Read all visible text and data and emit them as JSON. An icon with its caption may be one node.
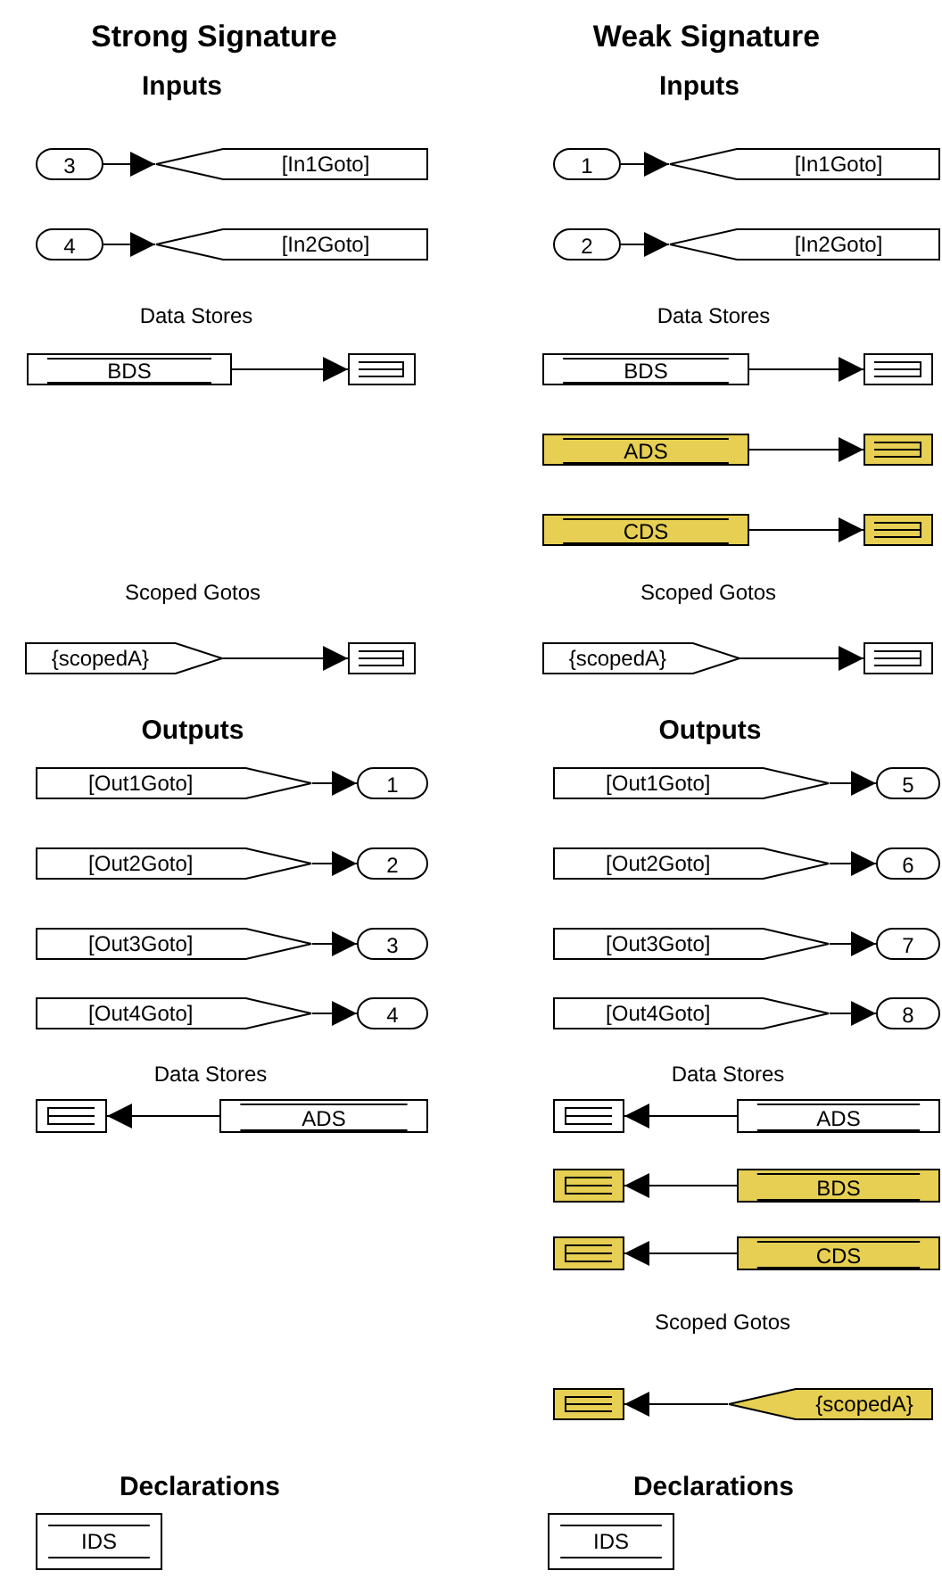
{
  "diagram": {
    "nodes": [
      {
        "text": [
          "3"
        ]
      },
      {
        "text": [
          "[In1Goto]"
        ]
      },
      {
        "text": [
          "4"
        ]
      },
      {
        "text": [
          "[In2Goto]"
        ]
      },
      {
        "text": [
          "BDS"
        ]
      },
      {
        "text": [],
        "shape": "box"
      },
      {
        "text": [
          "{scopedA}"
        ]
      },
      {
        "text": [],
        "shape": "box"
      },
      {
        "text": [
          "[Out1Goto]"
        ]
      },
      {
        "text": [
          "1"
        ]
      },
      {
        "text": [
          "[Out2Goto]"
        ]
      },
      {
        "text": [
          "2"
        ]
      },
      {
        "text": [
          "[Out3Goto]"
        ]
      },
      {
        "text": [
          "3"
        ]
      },
      {
        "text": [
          "[Out4Goto]"
        ]
      },
      {
        "text": [
          "4"
        ]
      },
      {
        "text": [],
        "shape": "box"
      },
      {
        "text": [
          "ADS"
        ]
      },
      {
        "text": [
          "IDS"
        ]
      },
      {
        "text": [
          "1"
        ]
      },
      {
        "text": [
          "[In1Goto]"
        ]
      },
      {
        "text": [
          "2"
        ]
      },
      {
        "text": [
          "[In2Goto]"
        ]
      },
      {
        "text": [
          "BDS"
        ]
      },
      {
        "text": [],
        "shape": "box"
      },
      {
        "text": [
          "ADS"
        ]
      },
      {
        "text": [],
        "shape": "box"
      },
      {
        "text": [
          "CDS"
        ]
      },
      {
        "text": [],
        "shape": "box"
      },
      {
        "text": [
          "{scopedA}"
        ]
      },
      {
        "text": [],
        "shape": "box"
      },
      {
        "text": [
          "[Out1Goto]"
        ]
      },
      {
        "text": [
          "5"
        ]
      },
      {
        "text": [
          "[Out2Goto]"
        ]
      },
      {
        "text": [
          "6"
        ]
      },
      {
        "text": [
          "[Out3Goto]"
        ]
      },
      {
        "text": [
          "7"
        ]
      },
      {
        "text": [
          "[Out4Goto]"
        ]
      },
      {
        "text": [
          "8"
        ]
      },
      {
        "text": [],
        "shape": "box"
      },
      {
        "text": [
          "ADS"
        ]
      },
      {
        "text": [],
        "shape": "box"
      },
      {
        "text": [
          "BDS"
        ]
      },
      {
        "text": [],
        "shape": "box"
      },
      {
        "text": [
          "CDS"
        ]
      },
      {
        "text": [],
        "shape": "box"
      },
      {
        "text": [
          "{scopedA}"
        ]
      },
      {
        "text": [
          "IDS"
        ]
      }
    ],
    "edges": [
      {
        "from": 0,
        "to": 1,
        "arrow": "to"
      },
      {
        "from": 2,
        "to": 3,
        "arrow": "to"
      },
      {
        "from": 4,
        "to": 5,
        "arrow": "to"
      },
      {
        "from": 6,
        "to": 7,
        "arrow": "to"
      },
      {
        "from": 8,
        "to": 9,
        "arrow": "to"
      },
      {
        "from": 10,
        "to": 11,
        "arrow": "to"
      },
      {
        "from": 12,
        "to": 13,
        "arrow": "to"
      },
      {
        "from": 14,
        "to": 15,
        "arrow": "to"
      },
      {
        "from": 17,
        "to": 16,
        "arrow": "to"
      },
      {
        "from": 19,
        "to": 20,
        "arrow": "to"
      },
      {
        "from": 21,
        "to": 22,
        "arrow": "to"
      },
      {
        "from": 23,
        "to": 24,
        "arrow": "to"
      },
      {
        "from": 25,
        "to": 26,
        "arrow": "to"
      },
      {
        "from": 27,
        "to": 28,
        "arrow": "to"
      },
      {
        "from": 29,
        "to": 30,
        "arrow": "to"
      },
      {
        "from": 31,
        "to": 32,
        "arrow": "to"
      },
      {
        "from": 33,
        "to": 34,
        "arrow": "to"
      },
      {
        "from": 35,
        "to": 36,
        "arrow": "to"
      },
      {
        "from": 37,
        "to": 38,
        "arrow": "to"
      },
      {
        "from": 40,
        "to": 39,
        "arrow": "to"
      },
      {
        "from": 42,
        "to": 41,
        "arrow": "to"
      },
      {
        "from": 44,
        "to": 43,
        "arrow": "to"
      },
      {
        "from": 46,
        "to": 45,
        "arrow": "to"
      }
    ],
    "labels": [
      "Strong Signature",
      "Inputs",
      "Data Stores",
      "Scoped Gotos",
      "Outputs",
      "Data Stores",
      "Declarations",
      "Weak Signature",
      "Inputs",
      "Data Stores",
      "Scoped Gotos",
      "Outputs",
      "Data Stores",
      "Scoped Gotos",
      "Declarations"
    ]
  }
}
